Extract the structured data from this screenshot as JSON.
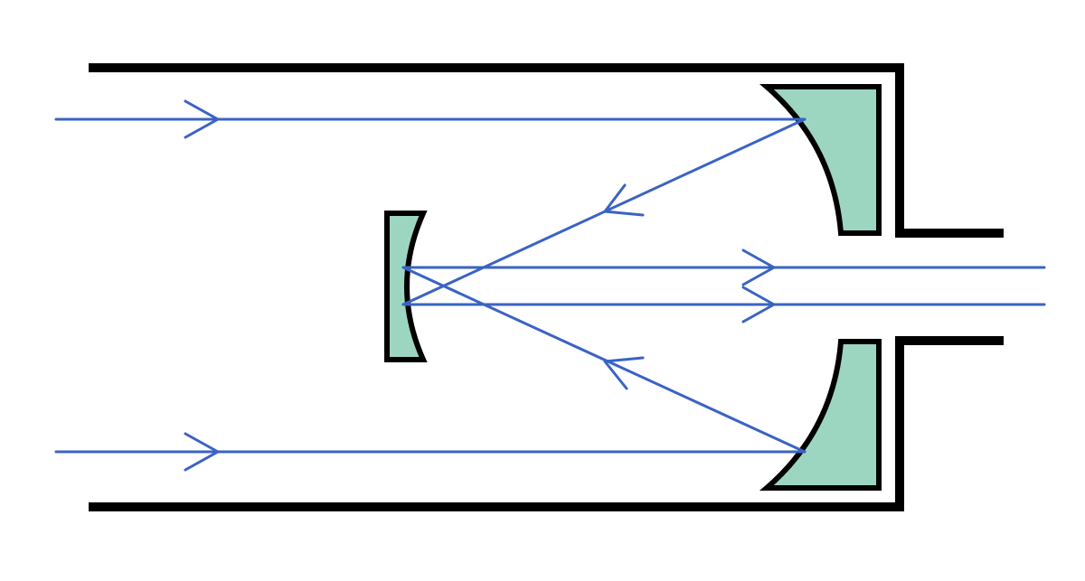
{
  "diagram": {
    "type": "cassegrain-telescope",
    "colors": {
      "tube": "#000000",
      "mirror_fill": "#9dd6c0",
      "mirror_stroke": "#000000",
      "ray": "#3a63c4",
      "background": "#ffffff"
    },
    "icons": {
      "primary_mirror": "concave-mirror-icon",
      "secondary_mirror": "convex-mirror-icon",
      "ray_direction": "arrowhead-icon"
    },
    "rays": {
      "incoming_count": 2,
      "outgoing_count": 2
    }
  }
}
